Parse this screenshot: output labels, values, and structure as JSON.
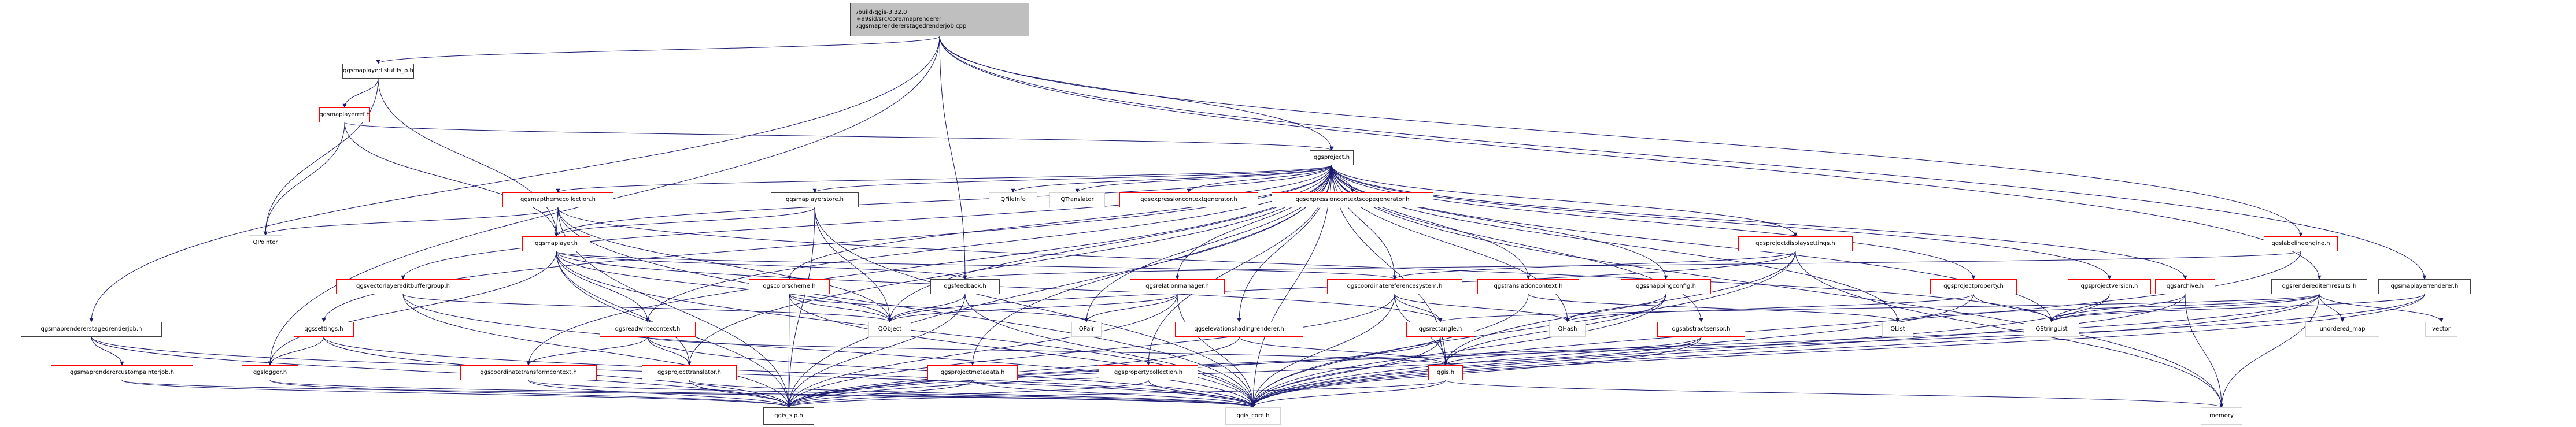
{
  "graph": {
    "type": "include-dependency-graph",
    "edge_color": "#191970",
    "root": {
      "id": "root",
      "label_lines": [
        "/build/qgis-3.32.0",
        "+99sid/src/core/maprenderer",
        "/qgsmaprendererstagedrenderjob.cpp"
      ]
    },
    "nodes": [
      {
        "id": "qgsmaplayerlistutils_p.h",
        "style": "black"
      },
      {
        "id": "qgsmaplayerref.h",
        "style": "red"
      },
      {
        "id": "qgsproject.h",
        "style": "black"
      },
      {
        "id": "QPointer",
        "style": "gray"
      },
      {
        "id": "qgsmapthemecollection.h",
        "style": "red"
      },
      {
        "id": "qgsmaplayerstore.h",
        "style": "black"
      },
      {
        "id": "QFileInfo",
        "style": "gray"
      },
      {
        "id": "QTranslator",
        "style": "gray"
      },
      {
        "id": "qgsexpressioncontextgenerator.h",
        "style": "red"
      },
      {
        "id": "qgsexpressioncontextscopegenerator.h",
        "style": "red"
      },
      {
        "id": "qgsmaplayer.h",
        "style": "red"
      },
      {
        "id": "qgsprojectdisplaysettings.h",
        "style": "red"
      },
      {
        "id": "qgslabelingengine.h",
        "style": "red"
      },
      {
        "id": "qgsvectorlayereditbuffergroup.h",
        "style": "red"
      },
      {
        "id": "qgscolorscheme.h",
        "style": "red"
      },
      {
        "id": "qgsfeedback.h",
        "style": "black"
      },
      {
        "id": "qgsrelationmanager.h",
        "style": "red"
      },
      {
        "id": "qgscoordinatereferencesystem.h",
        "style": "red"
      },
      {
        "id": "qgstranslationcontext.h",
        "style": "red"
      },
      {
        "id": "qgssnappingconfig.h",
        "style": "red"
      },
      {
        "id": "qgsprojectproperty.h",
        "style": "red"
      },
      {
        "id": "qgsprojectversion.h",
        "style": "red"
      },
      {
        "id": "qgsarchive.h",
        "style": "red"
      },
      {
        "id": "qgsrendereditemresults.h",
        "style": "black"
      },
      {
        "id": "qgsmaplayerrenderer.h",
        "style": "black"
      },
      {
        "id": "qgsmaprendererstagedrenderjob.h",
        "style": "black"
      },
      {
        "id": "qgssettings.h",
        "style": "red"
      },
      {
        "id": "qgsreadwritecontext.h",
        "style": "red"
      },
      {
        "id": "QObject",
        "style": "gray"
      },
      {
        "id": "QPair",
        "style": "gray"
      },
      {
        "id": "qgselevationshadingrenderer.h",
        "style": "red"
      },
      {
        "id": "qgsrectangle.h",
        "style": "red"
      },
      {
        "id": "QHash",
        "style": "gray"
      },
      {
        "id": "qgsabstractsensor.h",
        "style": "red"
      },
      {
        "id": "QList",
        "style": "gray"
      },
      {
        "id": "QStringList",
        "style": "gray"
      },
      {
        "id": "unordered_map",
        "style": "gray"
      },
      {
        "id": "vector",
        "style": "gray"
      },
      {
        "id": "qgsmaprenderercustompainterjob.h",
        "style": "red"
      },
      {
        "id": "qgslogger.h",
        "style": "red"
      },
      {
        "id": "qgscoordinatetransformcontext.h",
        "style": "red"
      },
      {
        "id": "qgsprojecttranslator.h",
        "style": "red"
      },
      {
        "id": "qgsprojectmetadata.h",
        "style": "red"
      },
      {
        "id": "qgspropertycollection.h",
        "style": "red"
      },
      {
        "id": "qgis.h",
        "style": "red"
      },
      {
        "id": "qgis_sip.h",
        "style": "black"
      },
      {
        "id": "qgis_core.h",
        "style": "gray"
      },
      {
        "id": "memory",
        "style": "gray"
      }
    ],
    "edges": [
      [
        "root",
        "qgsmaplayerlistutils_p.h"
      ],
      [
        "root",
        "qgsproject.h"
      ],
      [
        "root",
        "qgsmaprendererstagedrenderjob.h"
      ],
      [
        "root",
        "qgslogger.h"
      ],
      [
        "root",
        "qgsfeedback.h"
      ],
      [
        "root",
        "qgslabelingengine.h"
      ],
      [
        "root",
        "qgsrendereditemresults.h"
      ],
      [
        "root",
        "qgsmaplayerrenderer.h"
      ],
      [
        "qgsmaplayerlistutils_p.h",
        "qgsmaplayerref.h"
      ],
      [
        "qgsmaplayerlistutils_p.h",
        "QPointer"
      ],
      [
        "qgsmaplayerlistutils_p.h",
        "qgsmaplayer.h"
      ],
      [
        "qgsmaplayerref.h",
        "qgsproject.h"
      ],
      [
        "qgsmaplayerref.h",
        "QPointer"
      ],
      [
        "qgsmaplayerref.h",
        "qgsmaplayer.h"
      ],
      [
        "qgsproject.h",
        "qgsmapthemecollection.h"
      ],
      [
        "qgsproject.h",
        "qgsmaplayerstore.h"
      ],
      [
        "qgsproject.h",
        "QFileInfo"
      ],
      [
        "qgsproject.h",
        "QTranslator"
      ],
      [
        "qgsproject.h",
        "qgsexpressioncontextgenerator.h"
      ],
      [
        "qgsproject.h",
        "qgsexpressioncontextscopegenerator.h"
      ],
      [
        "qgsproject.h",
        "qgsprojectdisplaysettings.h"
      ],
      [
        "qgsproject.h",
        "qgsvectorlayereditbuffergroup.h"
      ],
      [
        "qgsproject.h",
        "qgscolorscheme.h"
      ],
      [
        "qgsproject.h",
        "qgsrelationmanager.h"
      ],
      [
        "qgsproject.h",
        "qgscoordinatereferencesystem.h"
      ],
      [
        "qgsproject.h",
        "qgstranslationcontext.h"
      ],
      [
        "qgsproject.h",
        "qgssnappingconfig.h"
      ],
      [
        "qgsproject.h",
        "qgsprojectproperty.h"
      ],
      [
        "qgsproject.h",
        "qgsprojectversion.h"
      ],
      [
        "qgsproject.h",
        "qgsarchive.h"
      ],
      [
        "qgsproject.h",
        "qgsreadwritecontext.h"
      ],
      [
        "qgsproject.h",
        "QObject"
      ],
      [
        "qgsproject.h",
        "QPair"
      ],
      [
        "qgsproject.h",
        "qgselevationshadingrenderer.h"
      ],
      [
        "qgsproject.h",
        "QHash"
      ],
      [
        "qgsproject.h",
        "qgsabstractsensor.h"
      ],
      [
        "qgsproject.h",
        "QList"
      ],
      [
        "qgsproject.h",
        "QStringList"
      ],
      [
        "qgsproject.h",
        "qgscoordinatetransformcontext.h"
      ],
      [
        "qgsproject.h",
        "qgsprojecttranslator.h"
      ],
      [
        "qgsproject.h",
        "qgsprojectmetadata.h"
      ],
      [
        "qgsproject.h",
        "qgspropertycollection.h"
      ],
      [
        "qgsproject.h",
        "qgis.h"
      ],
      [
        "qgsproject.h",
        "qgis_sip.h"
      ],
      [
        "qgsproject.h",
        "qgis_core.h"
      ],
      [
        "qgsproject.h",
        "memory"
      ],
      [
        "qgsproject.h",
        "qgssettings.h"
      ],
      [
        "qgsproject.h",
        "qgsmaplayer.h"
      ],
      [
        "qgsmapthemecollection.h",
        "qgsmaplayer.h"
      ],
      [
        "qgsmapthemecollection.h",
        "QPointer"
      ],
      [
        "qgsmapthemecollection.h",
        "QObject"
      ],
      [
        "qgsmapthemecollection.h",
        "QStringList"
      ],
      [
        "qgsmapthemecollection.h",
        "qgis_core.h"
      ],
      [
        "qgsmapthemecollection.h",
        "qgis_sip.h"
      ],
      [
        "qgsmaplayerstore.h",
        "qgsmaplayer.h"
      ],
      [
        "qgsmaplayerstore.h",
        "QObject"
      ],
      [
        "qgsmaplayerstore.h",
        "qgis_core.h"
      ],
      [
        "qgsmaplayerstore.h",
        "qgis_sip.h"
      ],
      [
        "qgsmaplayer.h",
        "qgsreadwritecontext.h"
      ],
      [
        "qgsmaplayer.h",
        "qgsfeedback.h"
      ],
      [
        "qgsmaplayer.h",
        "qgscoordinatereferencesystem.h"
      ],
      [
        "qgsmaplayer.h",
        "qgsrectangle.h"
      ],
      [
        "qgsmaplayer.h",
        "qgslogger.h"
      ],
      [
        "qgsmaplayer.h",
        "QObject"
      ],
      [
        "qgsmaplayer.h",
        "qgis_sip.h"
      ],
      [
        "qgsmaplayer.h",
        "qgis_core.h"
      ],
      [
        "qgsmaplayer.h",
        "qgsprojecttranslator.h"
      ],
      [
        "qgsprojectdisplaysettings.h",
        "qgscoordinatereferencesystem.h"
      ],
      [
        "qgsprojectdisplaysettings.h",
        "QObject"
      ],
      [
        "qgsprojectdisplaysettings.h",
        "qgis.h"
      ],
      [
        "qgsprojectdisplaysettings.h",
        "qgis_core.h"
      ],
      [
        "qgsprojectdisplaysettings.h",
        "memory"
      ],
      [
        "qgslabelingengine.h",
        "qgsfeedback.h"
      ],
      [
        "qgslabelingengine.h",
        "qgis_core.h"
      ],
      [
        "qgsvectorlayereditbuffergroup.h",
        "QObject"
      ],
      [
        "qgsvectorlayereditbuffergroup.h",
        "qgis_core.h"
      ],
      [
        "qgsvectorlayereditbuffergroup.h",
        "qgis_sip.h"
      ],
      [
        "qgscolorscheme.h",
        "QObject"
      ],
      [
        "qgscolorscheme.h",
        "QPair"
      ],
      [
        "qgscolorscheme.h",
        "qgis_core.h"
      ],
      [
        "qgscolorscheme.h",
        "qgis_sip.h"
      ],
      [
        "qgsfeedback.h",
        "QObject"
      ],
      [
        "qgsfeedback.h",
        "qgis_core.h"
      ],
      [
        "qgsfeedback.h",
        "qgis_sip.h"
      ],
      [
        "qgsrelationmanager.h",
        "QObject"
      ],
      [
        "qgsrelationmanager.h",
        "QPair"
      ],
      [
        "qgsrelationmanager.h",
        "qgis_core.h"
      ],
      [
        "qgsrelationmanager.h",
        "qgis_sip.h"
      ],
      [
        "qgscoordinatereferencesystem.h",
        "qgsrectangle.h"
      ],
      [
        "qgscoordinatereferencesystem.h",
        "QHash"
      ],
      [
        "qgscoordinatereferencesystem.h",
        "qgis.h"
      ],
      [
        "qgscoordinatereferencesystem.h",
        "qgis_core.h"
      ],
      [
        "qgscoordinatereferencesystem.h",
        "qgis_sip.h"
      ],
      [
        "qgstranslationcontext.h",
        "QList"
      ],
      [
        "qgstranslationcontext.h",
        "qgis_core.h"
      ],
      [
        "qgssnappingconfig.h",
        "QHash"
      ],
      [
        "qgssnappingconfig.h",
        "qgis.h"
      ],
      [
        "qgssnappingconfig.h",
        "qgis_core.h"
      ],
      [
        "qgsprojectproperty.h",
        "QHash"
      ],
      [
        "qgsprojectproperty.h",
        "QStringList"
      ],
      [
        "qgsprojectproperty.h",
        "qgis_core.h"
      ],
      [
        "qgsprojectversion.h",
        "QStringList"
      ],
      [
        "qgsprojectversion.h",
        "qgis_core.h"
      ],
      [
        "qgsarchive.h",
        "QStringList"
      ],
      [
        "qgsarchive.h",
        "memory"
      ],
      [
        "qgsarchive.h",
        "qgis_core.h"
      ],
      [
        "qgsrendereditemresults.h",
        "qgsrectangle.h"
      ],
      [
        "qgsrendereditemresults.h",
        "QList"
      ],
      [
        "qgsrendereditemresults.h",
        "unordered_map"
      ],
      [
        "qgsrendereditemresults.h",
        "vector"
      ],
      [
        "qgsrendereditemresults.h",
        "memory"
      ],
      [
        "qgsrendereditemresults.h",
        "qgis_core.h"
      ],
      [
        "qgsrendereditemresults.h",
        "QStringList"
      ],
      [
        "qgsrendereditemresults.h",
        "qgis_sip.h"
      ],
      [
        "qgsmaplayerrenderer.h",
        "QStringList"
      ],
      [
        "qgsmaplayerrenderer.h",
        "qgis_core.h"
      ],
      [
        "qgsmaplayerrenderer.h",
        "qgis_sip.h"
      ],
      [
        "qgsmaprendererstagedrenderjob.h",
        "qgsmaprenderercustompainterjob.h"
      ],
      [
        "qgsmaprendererstagedrenderjob.h",
        "qgis_core.h"
      ],
      [
        "qgsmaprendererstagedrenderjob.h",
        "qgis_sip.h"
      ],
      [
        "qgssettings.h",
        "qgslogger.h"
      ],
      [
        "qgssettings.h",
        "qgis_core.h"
      ],
      [
        "qgssettings.h",
        "qgis_sip.h"
      ],
      [
        "qgsreadwritecontext.h",
        "qgscoordinatetransformcontext.h"
      ],
      [
        "qgsreadwritecontext.h",
        "qgsprojecttranslator.h"
      ],
      [
        "qgsreadwritecontext.h",
        "qgis.h"
      ],
      [
        "qgsreadwritecontext.h",
        "qgis_core.h"
      ],
      [
        "qgselevationshadingrenderer.h",
        "qgis.h"
      ],
      [
        "qgselevationshadingrenderer.h",
        "qgis_sip.h"
      ],
      [
        "qgsrectangle.h",
        "qgis.h"
      ],
      [
        "qgsrectangle.h",
        "qgis_core.h"
      ],
      [
        "qgsrectangle.h",
        "qgis_sip.h"
      ],
      [
        "qgsabstractsensor.h",
        "qgis.h"
      ],
      [
        "qgsabstractsensor.h",
        "qgis_core.h"
      ],
      [
        "qgsabstractsensor.h",
        "qgis_sip.h"
      ],
      [
        "qgsmaprenderercustompainterjob.h",
        "qgis_sip.h"
      ],
      [
        "qgsmaprenderercustompainterjob.h",
        "qgis_core.h"
      ],
      [
        "qgslogger.h",
        "qgis_core.h"
      ],
      [
        "qgslogger.h",
        "qgis_sip.h"
      ],
      [
        "qgscoordinatetransformcontext.h",
        "qgis_core.h"
      ],
      [
        "qgscoordinatetransformcontext.h",
        "qgis_sip.h"
      ],
      [
        "qgsprojecttranslator.h",
        "qgis_core.h"
      ],
      [
        "qgsprojecttranslator.h",
        "qgis_sip.h"
      ],
      [
        "qgsprojectmetadata.h",
        "qgis_core.h"
      ],
      [
        "qgsprojectmetadata.h",
        "qgis_sip.h"
      ],
      [
        "qgspropertycollection.h",
        "qgis_core.h"
      ],
      [
        "qgspropertycollection.h",
        "qgis_sip.h"
      ],
      [
        "qgis.h",
        "qgis_core.h"
      ],
      [
        "qgis.h",
        "qgis_sip.h"
      ],
      [
        "qgis.h",
        "memory"
      ]
    ]
  }
}
